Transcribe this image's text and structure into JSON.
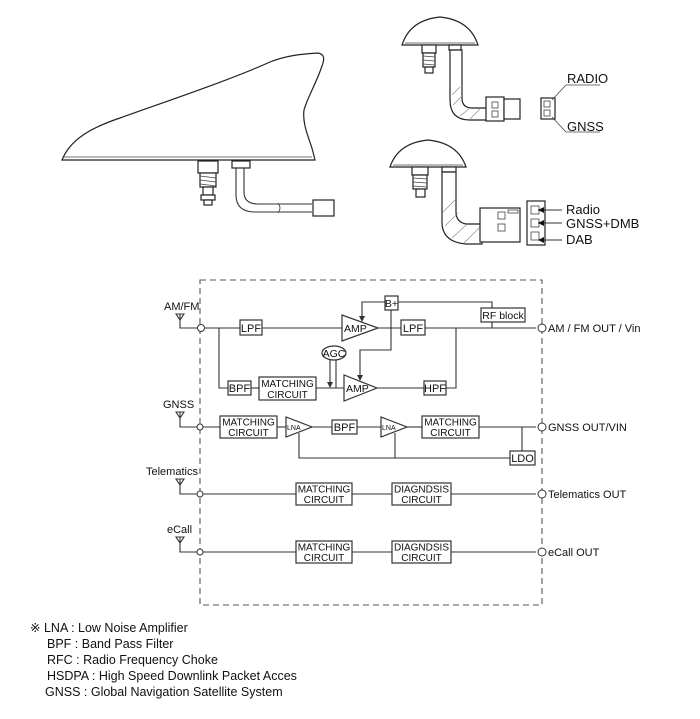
{
  "illustrations": {
    "type1_connector_labels": [
      "RADIO",
      "GNSS"
    ],
    "type2_connector_labels": [
      "Radio",
      "GNSS+DMB",
      "DAB"
    ]
  },
  "block_diagram": {
    "inputs": [
      "AM/FM",
      "GNSS",
      "Telematics",
      "eCall"
    ],
    "outputs": [
      "AM / FM OUT / Vin",
      "GNSS OUT/VIN",
      "Telematics OUT",
      "eCall OUT"
    ],
    "amfm": {
      "lpf_in": "LPF",
      "amp_top": "AMP",
      "lpf_out": "LPF",
      "bplus": "B+",
      "rf_block": "RF block",
      "agc": "AGC",
      "bpf": "BPF",
      "matching_line1": "MATCHING",
      "matching_line2": "CIRCUIT",
      "amp_bottom": "AMP",
      "hpf": "HPF"
    },
    "gnss": {
      "matching1_line1": "MATCHING",
      "matching1_line2": "CIRCUIT",
      "lna1": "LNA",
      "bpf": "BPF",
      "lna2": "LNA",
      "matching2_line1": "MATCHING",
      "matching2_line2": "CIRCUIT",
      "ldo": "LDO"
    },
    "telematics": {
      "matching_line1": "MATCHING",
      "matching_line2": "CIRCUIT",
      "diag_line1": "DIAGNDSIS",
      "diag_line2": "CIRCUIT"
    },
    "ecall": {
      "matching_line1": "MATCHING",
      "matching_line2": "CIRCUIT",
      "diag_line1": "DIAGNDSIS",
      "diag_line2": "CIRCUIT"
    }
  },
  "legend": {
    "mark": "※",
    "items": [
      "LNA : Low Noise Amplifier",
      "BPF : Band Pass Filter",
      "RFC : Radio Frequency Choke",
      "HSDPA : High Speed Downlink Packet Acces",
      "GNSS : Global Navigation Satellite System"
    ]
  }
}
